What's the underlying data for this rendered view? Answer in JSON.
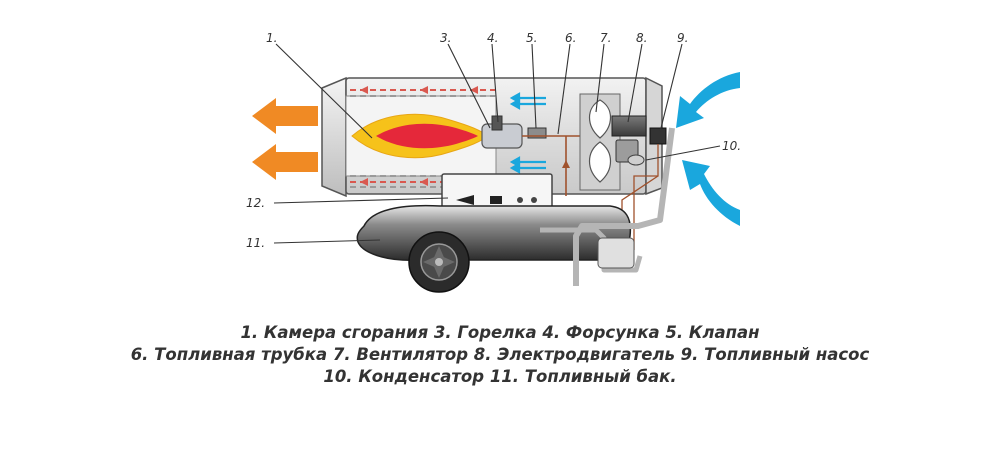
{
  "callouts": [
    {
      "id": "1",
      "text": "1."
    },
    {
      "id": "3",
      "text": "3."
    },
    {
      "id": "4",
      "text": "4."
    },
    {
      "id": "5",
      "text": "5."
    },
    {
      "id": "6",
      "text": "6."
    },
    {
      "id": "7",
      "text": "7."
    },
    {
      "id": "8",
      "text": "8."
    },
    {
      "id": "9",
      "text": "9."
    },
    {
      "id": "10",
      "text": "10."
    },
    {
      "id": "11",
      "text": "11."
    },
    {
      "id": "12",
      "text": "12."
    }
  ],
  "caption": {
    "lines": [
      "1. Камера сгорания 3. Горелка 4. Форсунка 5. Клапан",
      "6. Топливная трубка 7. Вентилятор 8. Электродвигатель 9. Топливный насос",
      "10. Конденсатор 11. Топливный бак."
    ]
  },
  "colors": {
    "hot_air": "#f08a24",
    "cold_air": "#1aa7dd",
    "flame_outer": "#f6c21a",
    "flame_inner": "#e5283a",
    "outline": "#444444"
  }
}
